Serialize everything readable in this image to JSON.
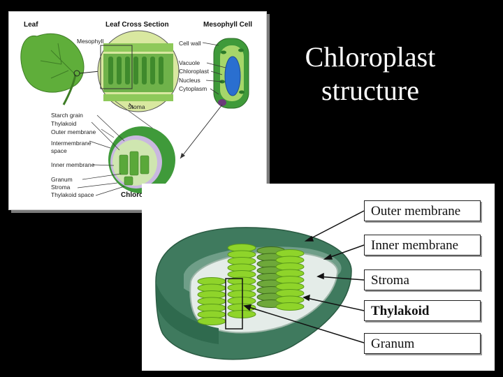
{
  "title": {
    "line1": "Chloroplast",
    "line2": "structure"
  },
  "panel1": {
    "headers": {
      "leaf": "Leaf",
      "cross_section": "Leaf Cross Section",
      "mesophyll_cell": "Mesophyll Cell",
      "chloroplast": "Chloroplast"
    },
    "labels": {
      "mesophyll": "Mesophyll",
      "stoma": "Stoma",
      "cell_wall": "Cell wall",
      "vacuole": "Vacuole",
      "chloroplast": "Chloroplast",
      "nucleus": "Nucleus",
      "cytoplasm": "Cytoplasm",
      "starch_grain": "Starch grain",
      "thylakoid": "Thylakoid",
      "outer_membrane": "Outer membrane",
      "intermembrane": "Intermembrane",
      "space": "space",
      "inner_membrane": "Inner membrane",
      "granum": "Granum",
      "stroma": "Stroma",
      "thylakoid_space": "Thylakoid space"
    }
  },
  "panel2": {
    "labels": [
      "Outer membrane",
      "Inner membrane",
      "Stroma",
      "Thylakoid",
      "Granum"
    ]
  },
  "colors": {
    "background": "#000000",
    "title": "#ffffff",
    "thylakoid": "#8fd42a",
    "outer": "#3f7a5e",
    "stroma": "#e4ece8"
  }
}
